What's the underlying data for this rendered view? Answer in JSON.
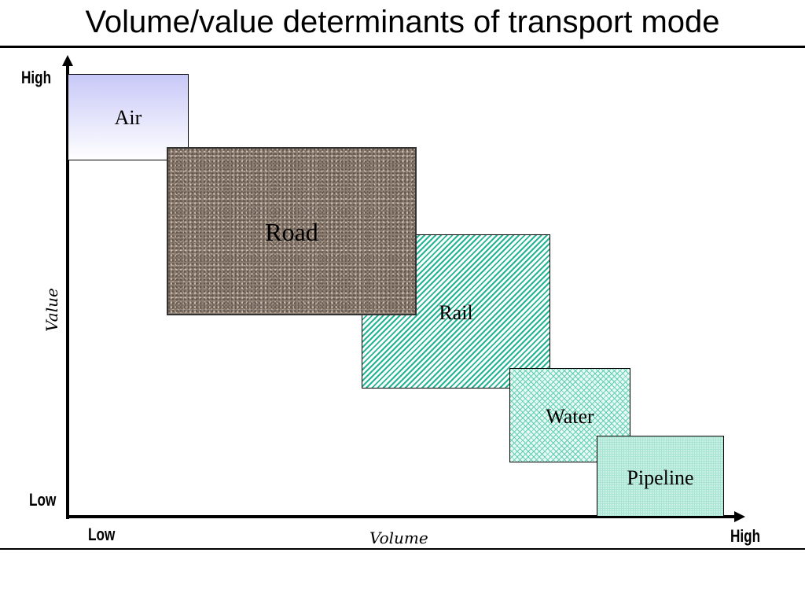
{
  "title": "Volume/value determinants of transport mode",
  "y_axis": {
    "name": "Value",
    "high_label": "High",
    "low_label": "Low"
  },
  "x_axis": {
    "name": "Volume",
    "low_label": "Low",
    "high_label": "High"
  },
  "modes": [
    {
      "label": "Air"
    },
    {
      "label": "Road"
    },
    {
      "label": "Rail"
    },
    {
      "label": "Water"
    },
    {
      "label": "Pipeline"
    }
  ]
}
